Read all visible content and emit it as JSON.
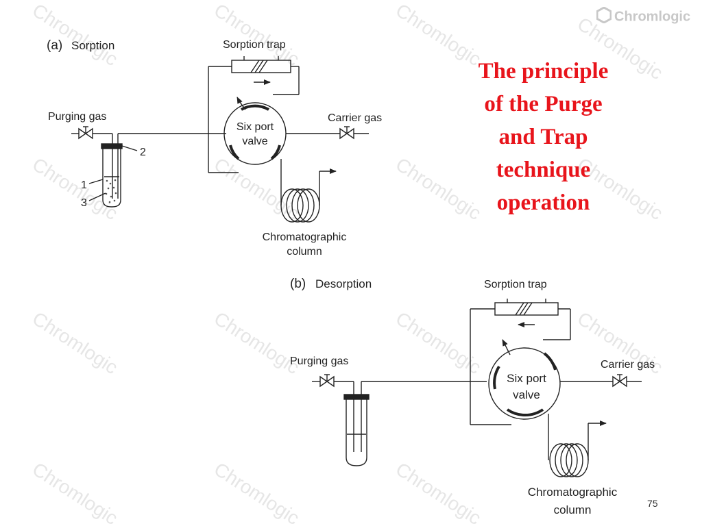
{
  "title_lines": [
    "The principle",
    "of the Purge",
    "and Trap",
    "technique",
    "operation"
  ],
  "brand": "Chromlogic",
  "watermark": "Chromlogic",
  "page_number": "75",
  "colors": {
    "title": "#e8141b",
    "line": "#222222",
    "watermark": "#e6e6e6"
  },
  "panel_a": {
    "caption_letter": "(a)",
    "caption": "Sorption",
    "trap_label": "Sorption trap",
    "purge_label": "Purging gas",
    "carrier_label": "Carrier gas",
    "valve_line1": "Six port",
    "valve_line2": "valve",
    "column_line1": "Chromatographic",
    "column_line2": "column",
    "callout_1": "1",
    "callout_2": "2",
    "callout_3": "3",
    "trap_flow_direction": "right"
  },
  "panel_b": {
    "caption_letter": "(b)",
    "caption": "Desorption",
    "trap_label": "Sorption trap",
    "purge_label": "Purging gas",
    "carrier_label": "Carrier gas",
    "valve_line1": "Six port",
    "valve_line2": "valve",
    "column_line1": "Chromatographic",
    "column_line2": "column",
    "trap_flow_direction": "left"
  }
}
